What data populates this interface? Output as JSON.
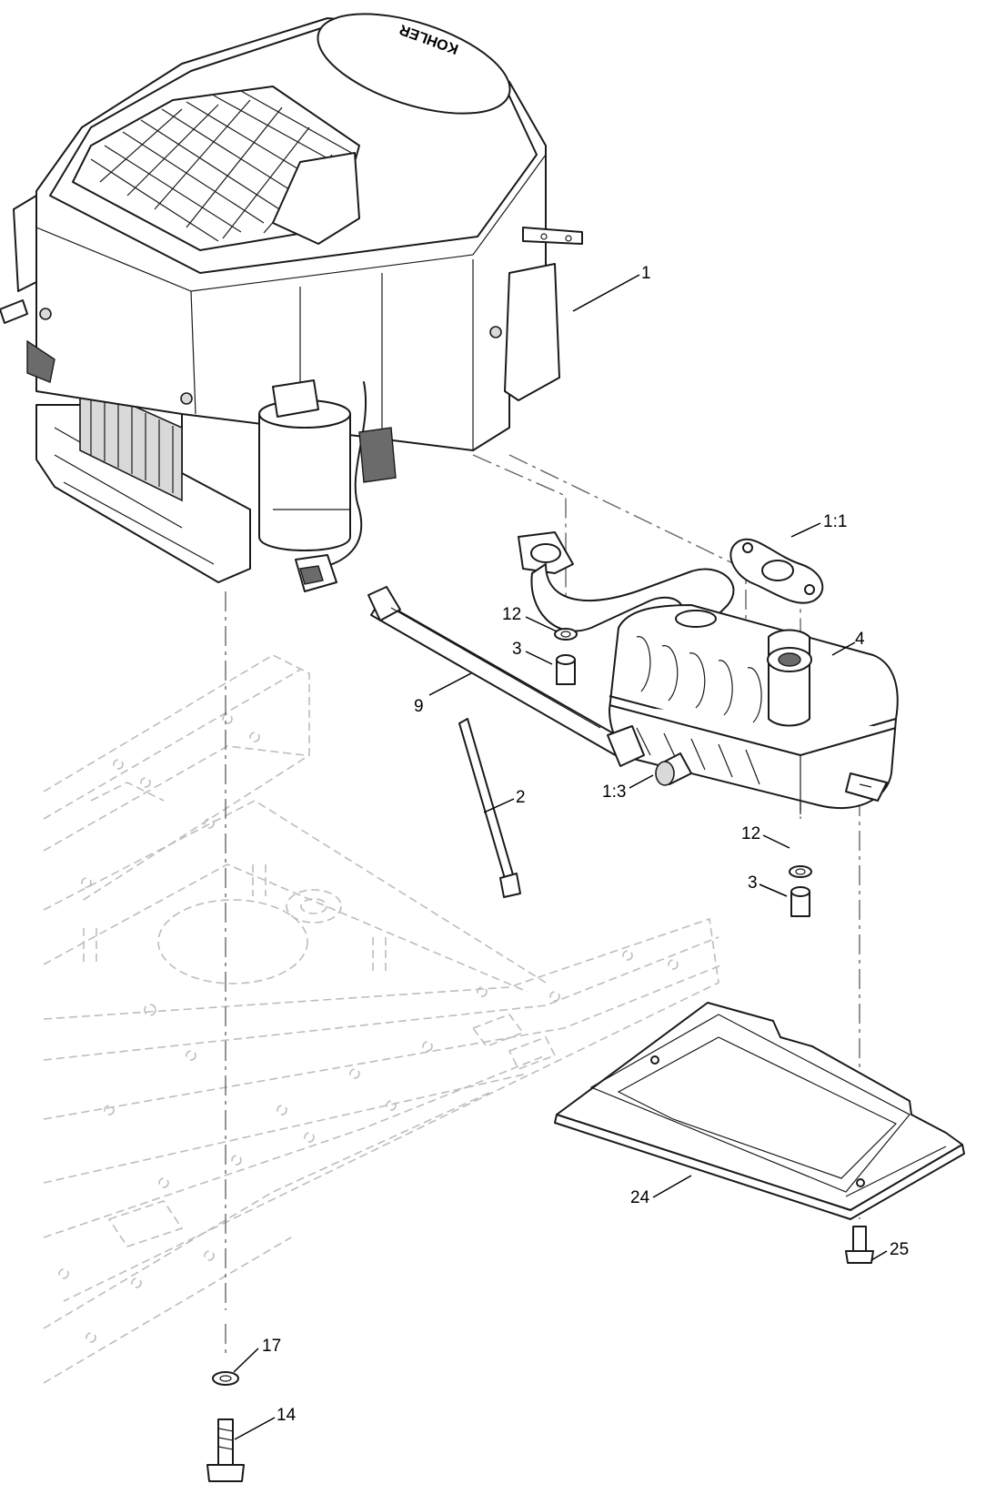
{
  "brand_mark": "KOHLER",
  "callouts": [
    {
      "id": "1",
      "label": "1"
    },
    {
      "id": "1_1",
      "label": "1:1"
    },
    {
      "id": "4",
      "label": "4"
    },
    {
      "id": "12a",
      "label": "12"
    },
    {
      "id": "3a",
      "label": "3"
    },
    {
      "id": "9",
      "label": "9"
    },
    {
      "id": "1_3",
      "label": "1:3"
    },
    {
      "id": "2",
      "label": "2"
    },
    {
      "id": "12b",
      "label": "12"
    },
    {
      "id": "3b",
      "label": "3"
    },
    {
      "id": "24",
      "label": "24"
    },
    {
      "id": "25",
      "label": "25"
    },
    {
      "id": "17",
      "label": "17"
    },
    {
      "id": "14",
      "label": "14"
    }
  ]
}
